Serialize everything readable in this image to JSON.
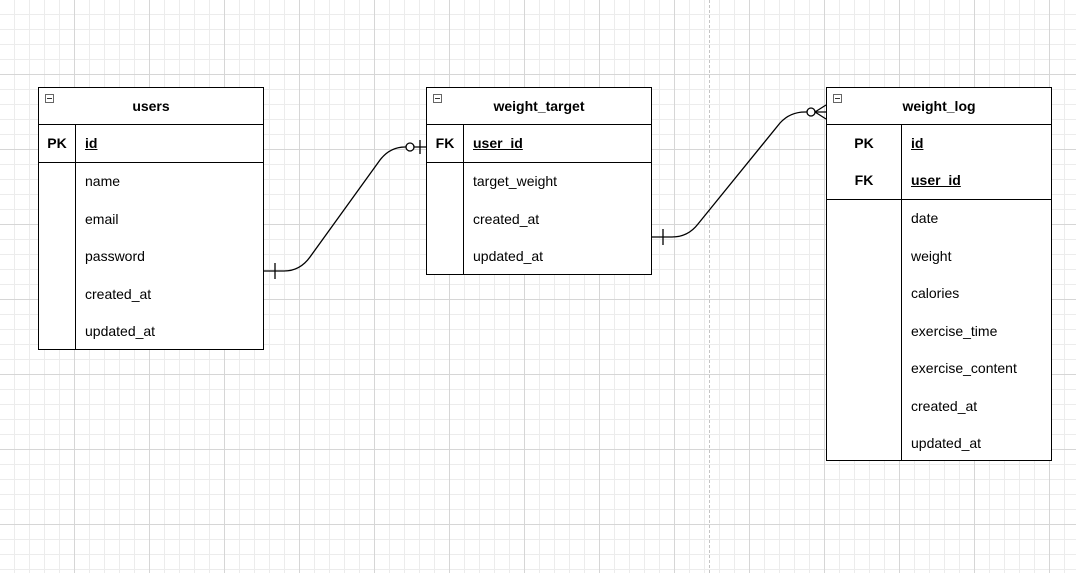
{
  "entities": {
    "users": {
      "title": "users",
      "keys": [
        {
          "tag": "PK",
          "name": "id"
        }
      ],
      "attributes": [
        "name",
        "email",
        "password",
        "created_at",
        "updated_at"
      ]
    },
    "weight_target": {
      "title": "weight_target",
      "keys": [
        {
          "tag": "FK",
          "name": "user_id"
        }
      ],
      "attributes": [
        "target_weight",
        "created_at",
        "updated_at"
      ]
    },
    "weight_log": {
      "title": "weight_log",
      "keys": [
        {
          "tag": "PK",
          "name": "id"
        },
        {
          "tag": "FK",
          "name": "user_id"
        }
      ],
      "attributes": [
        "date",
        "weight",
        "calories",
        "exercise_time",
        "exercise_content",
        "created_at",
        "updated_at"
      ]
    }
  },
  "relationships": [
    {
      "from": "users",
      "to": "weight_target",
      "from_cardinality": "exactly-one",
      "to_cardinality": "zero-or-one"
    },
    {
      "from": "weight_target",
      "to": "weight_log",
      "from_cardinality": "exactly-one",
      "to_cardinality": "zero-or-many"
    }
  ],
  "colors": {
    "line": "#000000",
    "grid": "#d6d6d6",
    "page_break": "#c4c4c4"
  }
}
